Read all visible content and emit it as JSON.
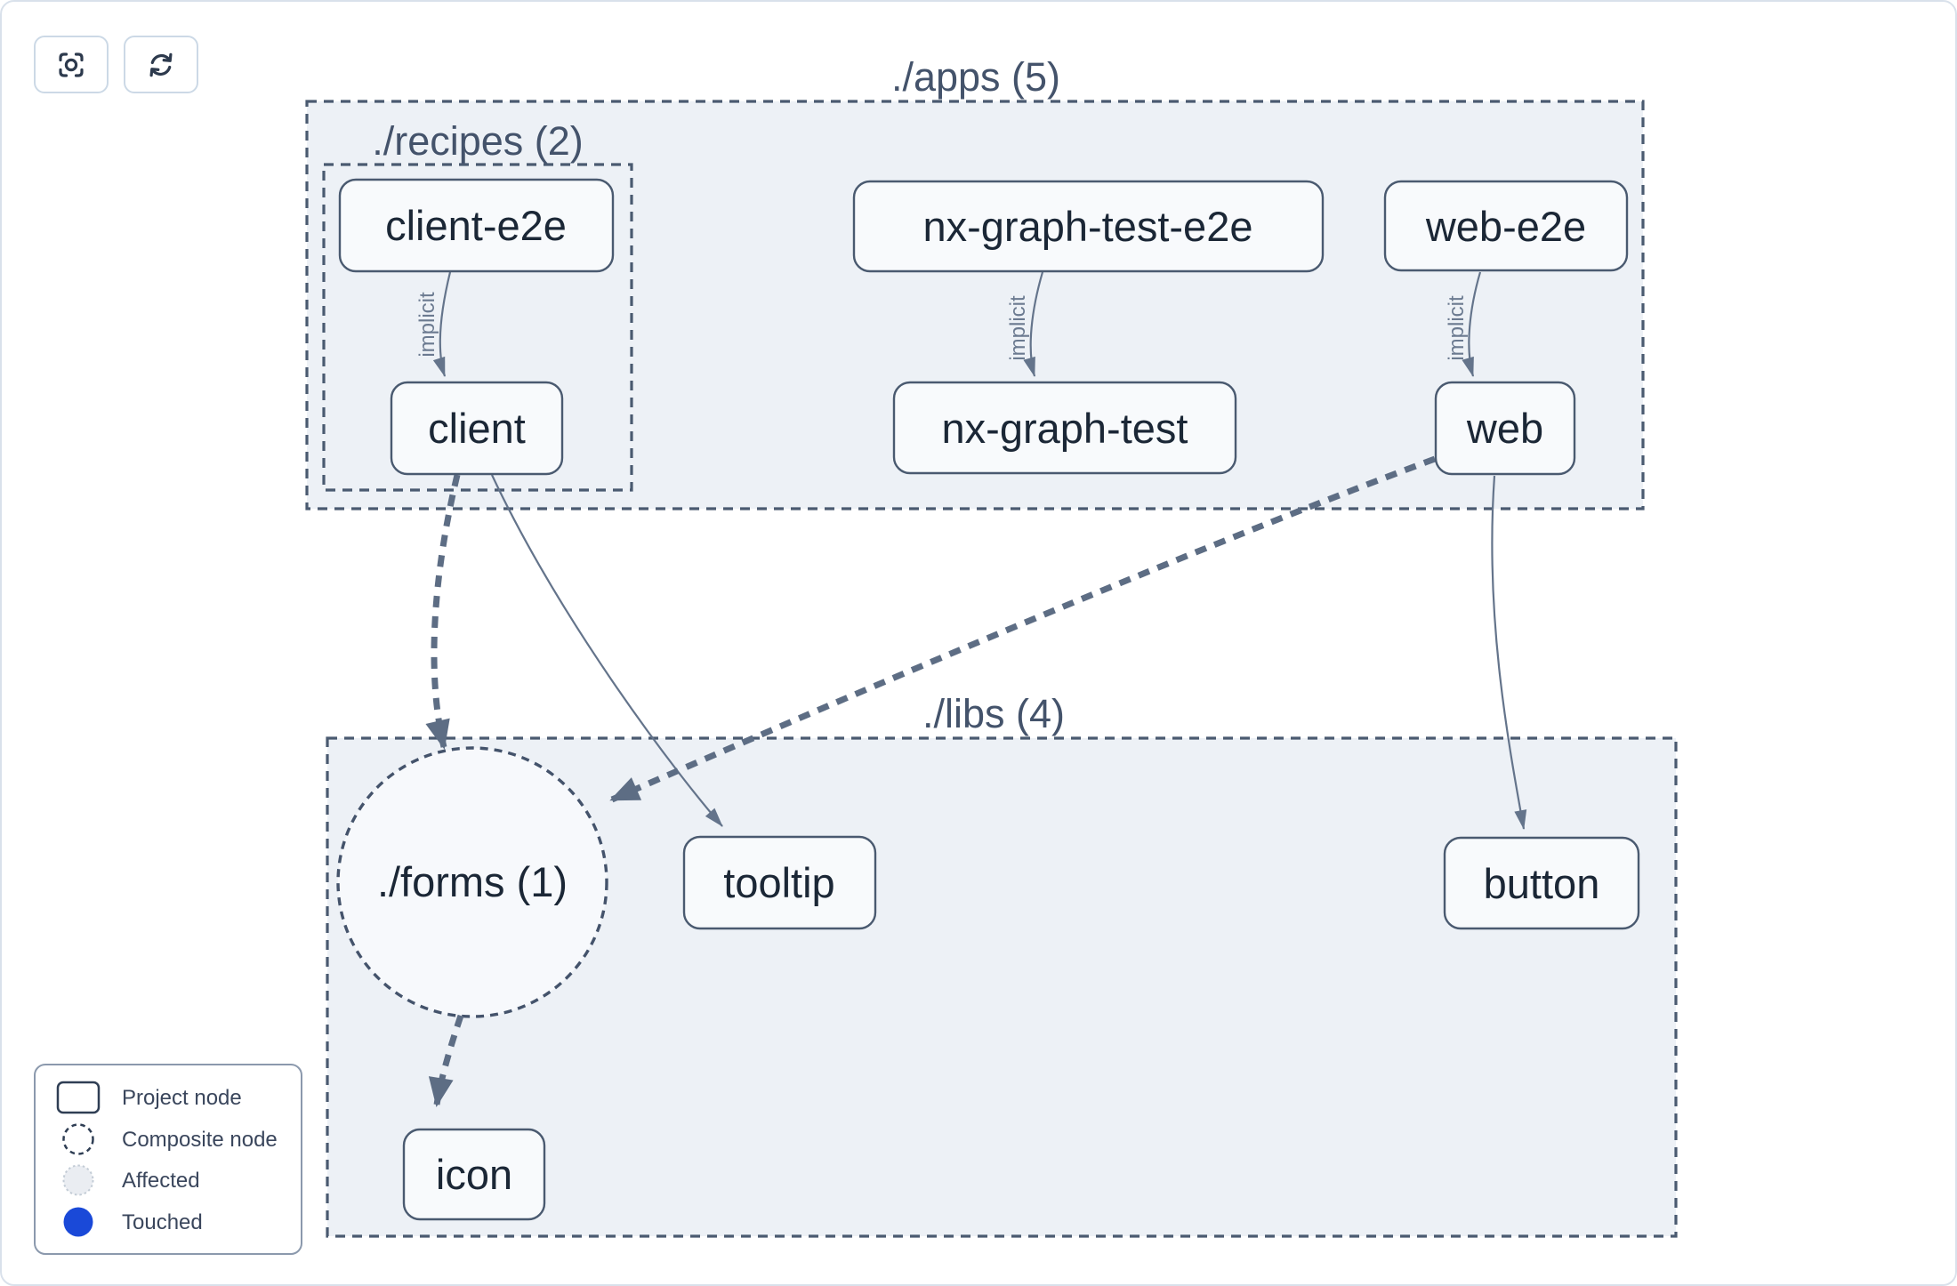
{
  "toolbar": {
    "buttons": [
      {
        "id": "focus",
        "icon": "focus-icon"
      },
      {
        "id": "refresh",
        "icon": "refresh-icon"
      }
    ]
  },
  "graph": {
    "clusters": [
      {
        "id": "apps",
        "label": "./apps (5)"
      },
      {
        "id": "recipes",
        "label": "./recipes (2)"
      },
      {
        "id": "libs",
        "label": "./libs (4)"
      }
    ],
    "composite_nodes": [
      {
        "id": "forms",
        "label": "./forms (1)"
      }
    ],
    "project_nodes": [
      {
        "id": "client-e2e",
        "label": "client-e2e"
      },
      {
        "id": "client",
        "label": "client"
      },
      {
        "id": "nx-graph-test-e2e",
        "label": "nx-graph-test-e2e"
      },
      {
        "id": "nx-graph-test",
        "label": "nx-graph-test"
      },
      {
        "id": "web-e2e",
        "label": "web-e2e"
      },
      {
        "id": "web",
        "label": "web"
      },
      {
        "id": "tooltip",
        "label": "tooltip"
      },
      {
        "id": "button",
        "label": "button"
      },
      {
        "id": "icon",
        "label": "icon"
      }
    ],
    "edges": [
      {
        "from": "client-e2e",
        "to": "client",
        "style": "implicit",
        "label": "implicit"
      },
      {
        "from": "nx-graph-test-e2e",
        "to": "nx-graph-test",
        "style": "implicit",
        "label": "implicit"
      },
      {
        "from": "web-e2e",
        "to": "web",
        "style": "implicit",
        "label": "implicit"
      },
      {
        "from": "client",
        "to": "./forms",
        "style": "dashed-thick",
        "label": ""
      },
      {
        "from": "client",
        "to": "tooltip",
        "style": "solid",
        "label": ""
      },
      {
        "from": "web",
        "to": "./forms",
        "style": "dashed-thick",
        "label": ""
      },
      {
        "from": "web",
        "to": "button",
        "style": "solid",
        "label": ""
      },
      {
        "from": "./forms",
        "to": "icon",
        "style": "dashed-thick",
        "label": ""
      }
    ]
  },
  "legend": {
    "items": [
      {
        "label": "Project node",
        "icon": "project-node-icon"
      },
      {
        "label": "Composite node",
        "icon": "composite-node-icon"
      },
      {
        "label": "Affected",
        "icon": "affected-icon"
      },
      {
        "label": "Touched",
        "icon": "touched-icon"
      }
    ]
  },
  "colors": {
    "cluster_fill": "#edf1f6",
    "cluster_border": "#4a5a70",
    "node_fill": "#f8fafc",
    "node_border": "#4a5a70",
    "edge_thin": "#64748b",
    "edge_thick": "#5d6d84",
    "touched_blue": "#1a49d8"
  }
}
